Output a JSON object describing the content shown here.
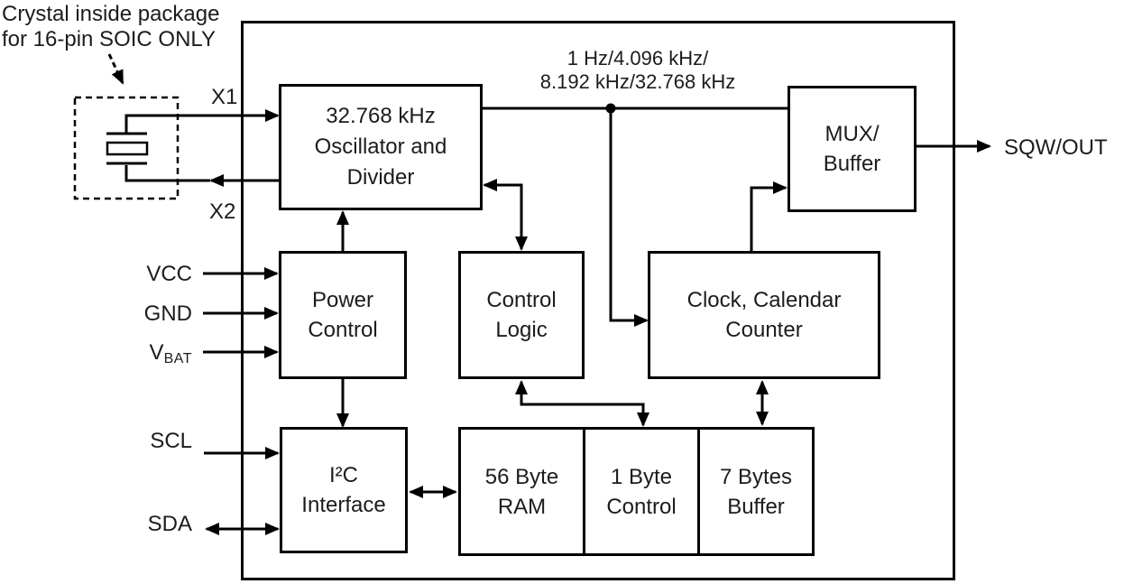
{
  "diagram": {
    "annotation": {
      "line1": "Crystal inside package",
      "line2": "for 16-pin SOIC ONLY"
    },
    "pins": {
      "x1": "X1",
      "x2": "X2",
      "vcc": "VCC",
      "gnd": "GND",
      "vbat_main": "V",
      "vbat_sub": "BAT",
      "scl": "SCL",
      "sda": "SDA",
      "sqw": "SQW/OUT"
    },
    "freq_label": {
      "line1": "1 Hz/4.096 kHz/",
      "line2": "8.192 kHz/32.768 kHz"
    },
    "blocks": {
      "oscillator": {
        "line1": "32.768 kHz",
        "line2": "Oscillator and",
        "line3": "Divider"
      },
      "mux": {
        "line1": "MUX/",
        "line2": "Buffer"
      },
      "power": {
        "line1": "Power",
        "line2": "Control"
      },
      "control_logic": {
        "line1": "Control",
        "line2": "Logic"
      },
      "clock": {
        "line1": "Clock, Calendar",
        "line2": "Counter"
      },
      "i2c": {
        "line1": "I²C",
        "line2": "Interface"
      },
      "ram": {
        "line1": "56 Byte",
        "line2": "RAM"
      },
      "byte_control": {
        "line1": "1 Byte",
        "line2": "Control"
      },
      "buffer": {
        "line1": "7 Bytes",
        "line2": "Buffer"
      }
    },
    "icons": {
      "crystal": "crystal-symbol"
    },
    "colors": {
      "line": "#000000",
      "text": "#1c1c1c",
      "background": "#ffffff"
    }
  }
}
